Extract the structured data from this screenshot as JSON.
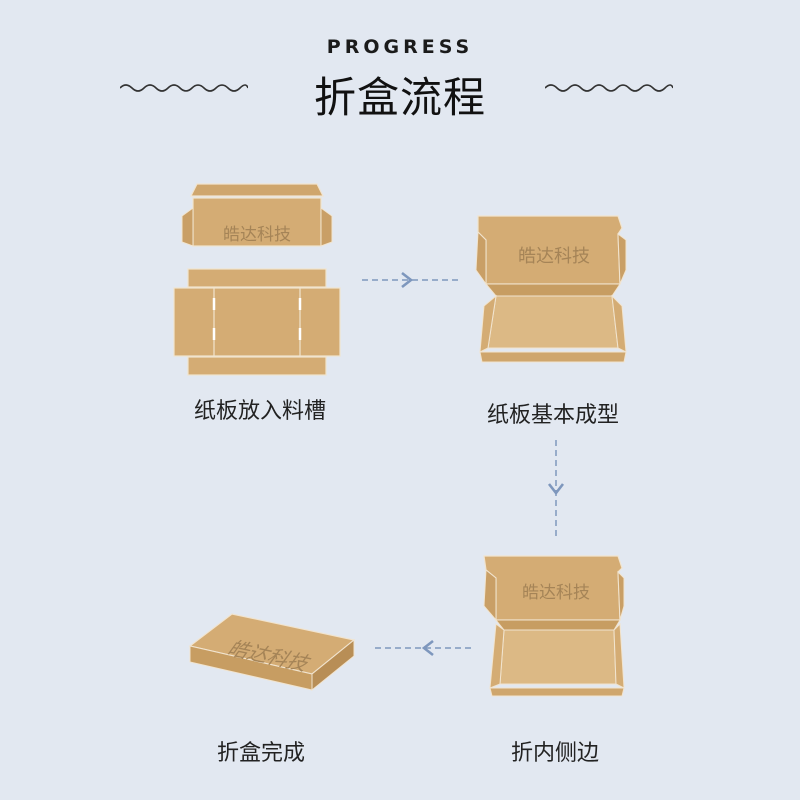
{
  "header": {
    "kicker": "PROGRESS",
    "title": "折盒流程"
  },
  "steps": [
    {
      "caption": "纸板放入料槽",
      "box_text": "皓达科技"
    },
    {
      "caption": "纸板基本成型",
      "box_text": "皓达科技"
    },
    {
      "caption": "折内侧边",
      "box_text": "皓达科技"
    },
    {
      "caption": "折盒完成",
      "box_text": "皓达科技"
    }
  ],
  "colors": {
    "background": "#e2e8f1",
    "cardboard": "#d4ac74",
    "cardboard_dark": "#c79d62",
    "cardboard_light": "#dcb985",
    "box_text": "#a58457",
    "arrow": "#7e97bd"
  }
}
